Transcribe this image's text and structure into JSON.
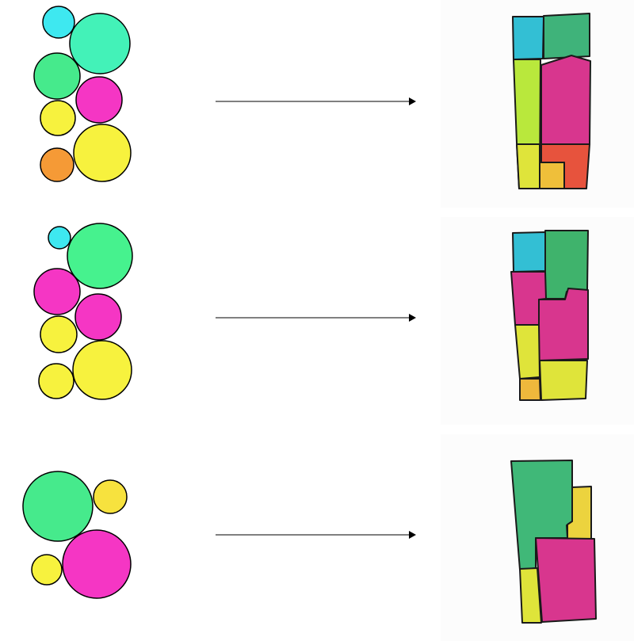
{
  "diagram": {
    "rows": [
      {
        "id": "row-1",
        "bubbles": [
          {
            "color": "#3ee8f0",
            "label": "cyan"
          },
          {
            "color": "#43f2b8",
            "label": "teal"
          },
          {
            "color": "#46ea8c",
            "label": "green"
          },
          {
            "color": "#f536c4",
            "label": "magenta"
          },
          {
            "color": "#f7f23e",
            "label": "yellow"
          },
          {
            "color": "#f7f23e",
            "label": "yellow"
          },
          {
            "color": "#f59a36",
            "label": "orange"
          }
        ],
        "rooms": [
          {
            "color": "#33bfd4",
            "label": "cyan"
          },
          {
            "color": "#3fb37a",
            "label": "green"
          },
          {
            "color": "#b9e83c",
            "label": "lime"
          },
          {
            "color": "#d8368e",
            "label": "magenta"
          },
          {
            "color": "#e7533d",
            "label": "red-orange"
          },
          {
            "color": "#efbf3a",
            "label": "yellow-orange"
          },
          {
            "color": "#dfe43a",
            "label": "yellow"
          }
        ]
      },
      {
        "id": "row-2",
        "bubbles": [
          {
            "color": "#3ee8f0",
            "label": "cyan"
          },
          {
            "color": "#46f28e",
            "label": "green"
          },
          {
            "color": "#f536c4",
            "label": "magenta"
          },
          {
            "color": "#f536c4",
            "label": "magenta"
          },
          {
            "color": "#f7f23e",
            "label": "yellow"
          },
          {
            "color": "#f7f23e",
            "label": "yellow"
          },
          {
            "color": "#f7f23e",
            "label": "yellow"
          }
        ],
        "rooms": [
          {
            "color": "#33bfd4",
            "label": "cyan"
          },
          {
            "color": "#3fb36c",
            "label": "green"
          },
          {
            "color": "#d8368e",
            "label": "magenta"
          },
          {
            "color": "#d8368e",
            "label": "magenta"
          },
          {
            "color": "#dfe43a",
            "label": "yellow"
          },
          {
            "color": "#dfe43a",
            "label": "yellow"
          },
          {
            "color": "#efb83c",
            "label": "yellow-orange"
          }
        ]
      },
      {
        "id": "row-3",
        "bubbles": [
          {
            "color": "#46ea8c",
            "label": "green"
          },
          {
            "color": "#f7e23e",
            "label": "yellow"
          },
          {
            "color": "#f536c4",
            "label": "magenta"
          },
          {
            "color": "#f7f23e",
            "label": "yellow"
          }
        ],
        "rooms": [
          {
            "color": "#40b878",
            "label": "green"
          },
          {
            "color": "#ecd33e",
            "label": "yellow"
          },
          {
            "color": "#d8368e",
            "label": "magenta"
          },
          {
            "color": "#dfe43a",
            "label": "yellow"
          }
        ]
      }
    ],
    "arrow_color": "#000000",
    "outline_color": "#000000"
  }
}
